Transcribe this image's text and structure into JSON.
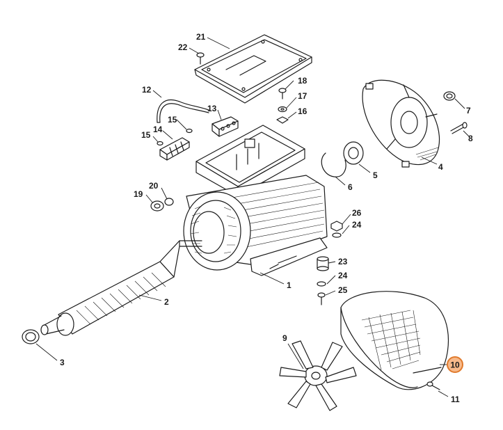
{
  "labels": {
    "p1": "1",
    "p2": "2",
    "p3": "3",
    "p4": "4",
    "p5": "5",
    "p6": "6",
    "p7": "7",
    "p8": "8",
    "p9": "9",
    "p10": "10",
    "p11": "11",
    "p12": "12",
    "p13": "13",
    "p14": "14",
    "p15a": "15",
    "p15b": "15",
    "p16": "16",
    "p17": "17",
    "p18": "18",
    "p19": "19",
    "p20": "20",
    "p21": "21",
    "p22": "22",
    "p23": "23",
    "p24a": "24",
    "p24b": "24",
    "p25": "25",
    "p26": "26"
  },
  "highlight": {
    "part": "10",
    "color": "#e07a2c"
  }
}
